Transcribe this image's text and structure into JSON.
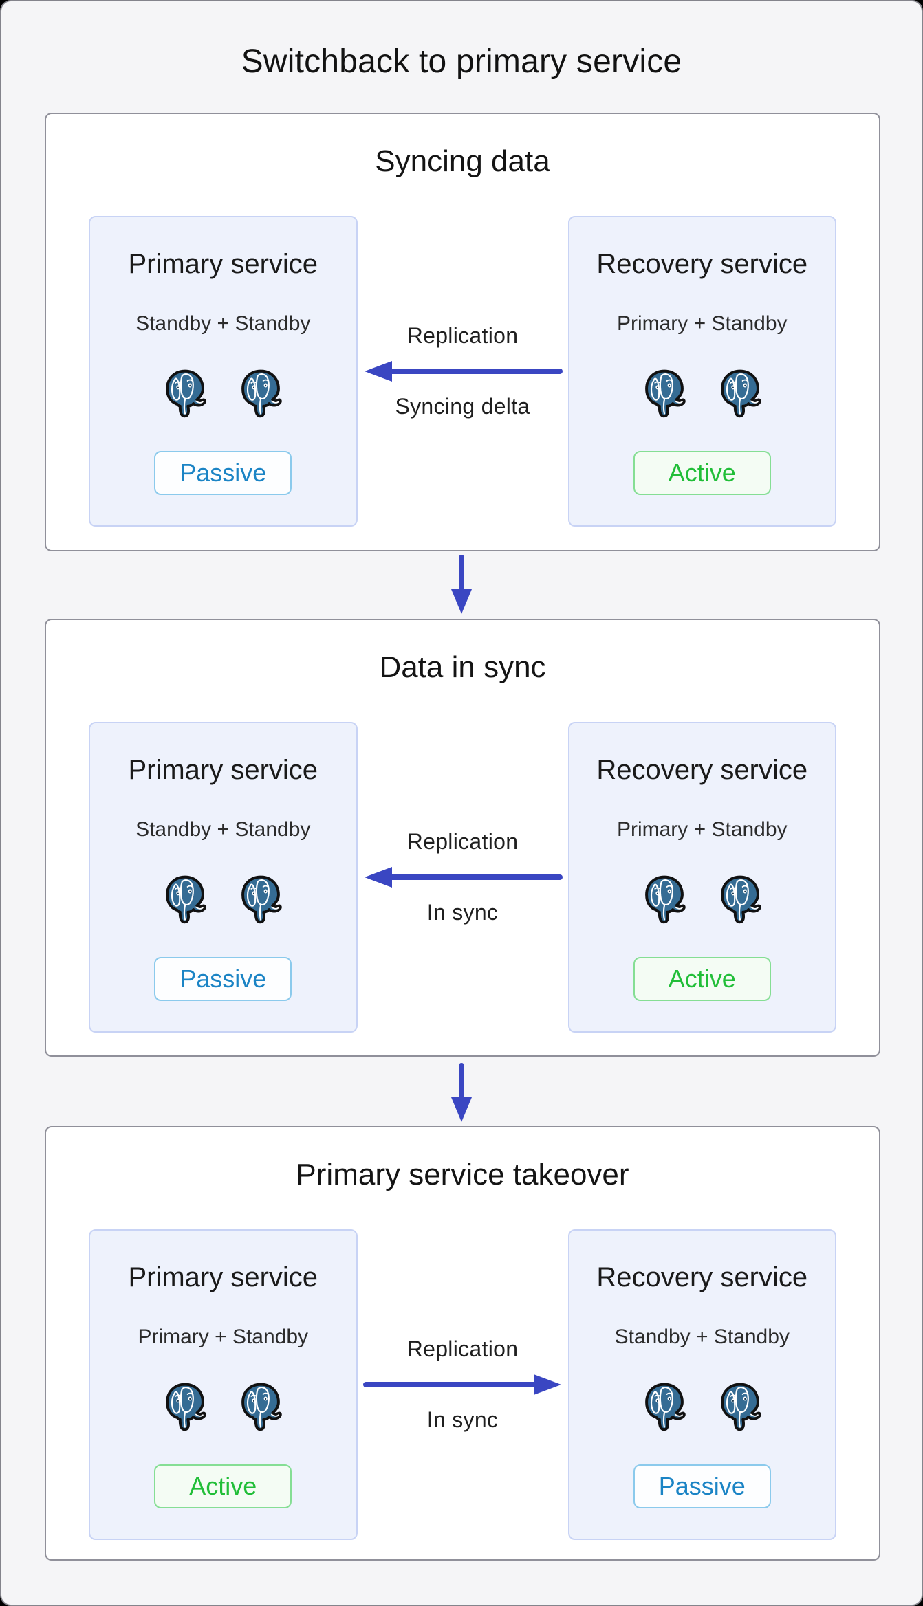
{
  "title": "Switchback to primary service",
  "colors": {
    "page_bg": "#f5f5f7",
    "section_bg": "#ffffff",
    "section_border": "#90909a",
    "service_box_bg": "#eef2fc",
    "service_box_border": "#c8d3f5",
    "arrow": "#3a46c2",
    "postgres_blue": "#356c94",
    "active_text": "#21be38",
    "active_border": "#85de94",
    "passive_text": "#1b84c5",
    "passive_border": "#8bcaec"
  },
  "icons": {
    "service_instance": "postgresql-elephant-icon"
  },
  "sections": [
    {
      "title": "Syncing data",
      "left": {
        "title": "Primary service",
        "subtitle": "Standby + Standby",
        "badge": {
          "label": "Passive",
          "state": "passive"
        }
      },
      "arrow": {
        "direction": "left",
        "label_top": "Replication",
        "label_bottom": "Syncing delta"
      },
      "right": {
        "title": "Recovery service",
        "subtitle": "Primary + Standby",
        "badge": {
          "label": "Active",
          "state": "active"
        }
      }
    },
    {
      "title": "Data in sync",
      "left": {
        "title": "Primary service",
        "subtitle": "Standby + Standby",
        "badge": {
          "label": "Passive",
          "state": "passive"
        }
      },
      "arrow": {
        "direction": "left",
        "label_top": "Replication",
        "label_bottom": "In sync"
      },
      "right": {
        "title": "Recovery service",
        "subtitle": "Primary + Standby",
        "badge": {
          "label": "Active",
          "state": "active"
        }
      }
    },
    {
      "title": "Primary service takeover",
      "left": {
        "title": "Primary service",
        "subtitle": "Primary + Standby",
        "badge": {
          "label": "Active",
          "state": "active"
        }
      },
      "arrow": {
        "direction": "right",
        "label_top": "Replication",
        "label_bottom": "In sync"
      },
      "right": {
        "title": "Recovery service",
        "subtitle": "Standby + Standby",
        "badge": {
          "label": "Passive",
          "state": "passive"
        }
      }
    }
  ]
}
